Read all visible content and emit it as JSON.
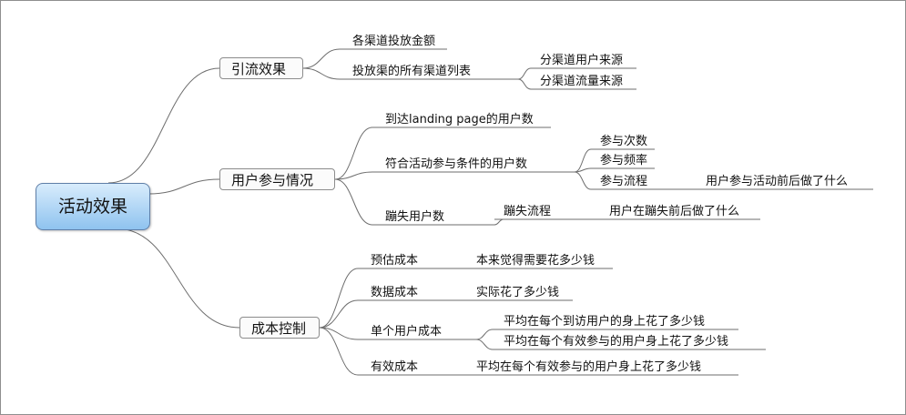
{
  "root": {
    "label": "活动效果"
  },
  "branches": [
    {
      "label": "引流效果",
      "children": [
        {
          "label": "各渠道投放金额"
        },
        {
          "label": "投放渠的所有渠道列表",
          "children": [
            {
              "label": "分渠道用户来源"
            },
            {
              "label": "分渠道流量来源"
            }
          ]
        }
      ]
    },
    {
      "label": "用户参与情况",
      "children": [
        {
          "label": "到达landing page的用户数"
        },
        {
          "label": "符合活动参与条件的用户数",
          "children": [
            {
              "label": "参与次数"
            },
            {
              "label": "参与频率"
            },
            {
              "label": "参与流程",
              "children": [
                {
                  "label": "用户参与活动前后做了什么"
                }
              ]
            }
          ]
        },
        {
          "label": "蹦失用户数",
          "children": [
            {
              "label": "蹦失流程",
              "children": [
                {
                  "label": "用户在蹦失前后做了什么"
                }
              ]
            }
          ]
        }
      ]
    },
    {
      "label": "成本控制",
      "children": [
        {
          "label": "预估成本",
          "children": [
            {
              "label": "本来觉得需要花多少钱"
            }
          ]
        },
        {
          "label": "数据成本",
          "children": [
            {
              "label": "实际花了多少钱"
            }
          ]
        },
        {
          "label": "单个用户成本",
          "children": [
            {
              "label": "平均在每个到访用户的身上花了多少钱"
            },
            {
              "label": "平均在每个有效参与的用户身上花了多少钱"
            }
          ]
        },
        {
          "label": "有效成本",
          "children": [
            {
              "label": "平均在每个有效参与的用户身上花了多少钱"
            }
          ]
        }
      ]
    }
  ]
}
